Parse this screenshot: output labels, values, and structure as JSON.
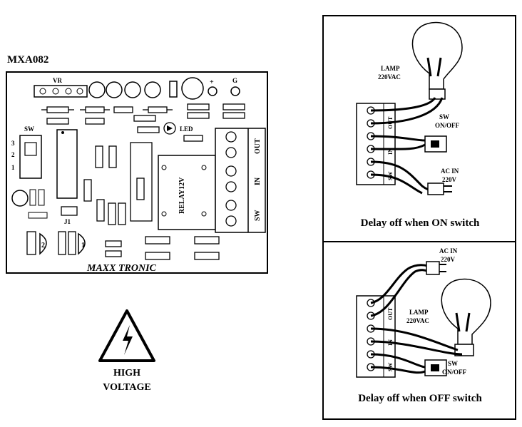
{
  "board": {
    "model": "MXA082",
    "labels": {
      "vr": "VR",
      "g": "G",
      "led": "LED",
      "sw": "SW",
      "pos3": "3",
      "pos2": "2",
      "pos1": "1",
      "j1": "J1",
      "relay": "RELAY12V",
      "out": "OUT",
      "in": "IN",
      "sw_term": "SW",
      "plus": "+",
      "num2": "2",
      "num1": "1",
      "brand": "MAXX TRONIC"
    }
  },
  "warning": {
    "line1": "HIGH",
    "line2": "VOLTAGE"
  },
  "panel_on": {
    "lamp": "LAMP",
    "lamp_v": "220VAC",
    "sw": "SW",
    "sw_state": "ON/OFF",
    "ac": "AC IN",
    "ac_v": "220V",
    "term_out": "OUT",
    "term_in": "IN",
    "term_sw": "SW",
    "caption": "Delay off  when ON switch"
  },
  "panel_off": {
    "lamp": "LAMP",
    "lamp_v": "220VAC",
    "sw": "SW",
    "sw_state": "ON/OFF",
    "ac": "AC IN",
    "ac_v": "220V",
    "term_out": "OUT",
    "term_in": "IN",
    "term_sw": "SW",
    "caption": "Delay off  when OFF switch"
  }
}
